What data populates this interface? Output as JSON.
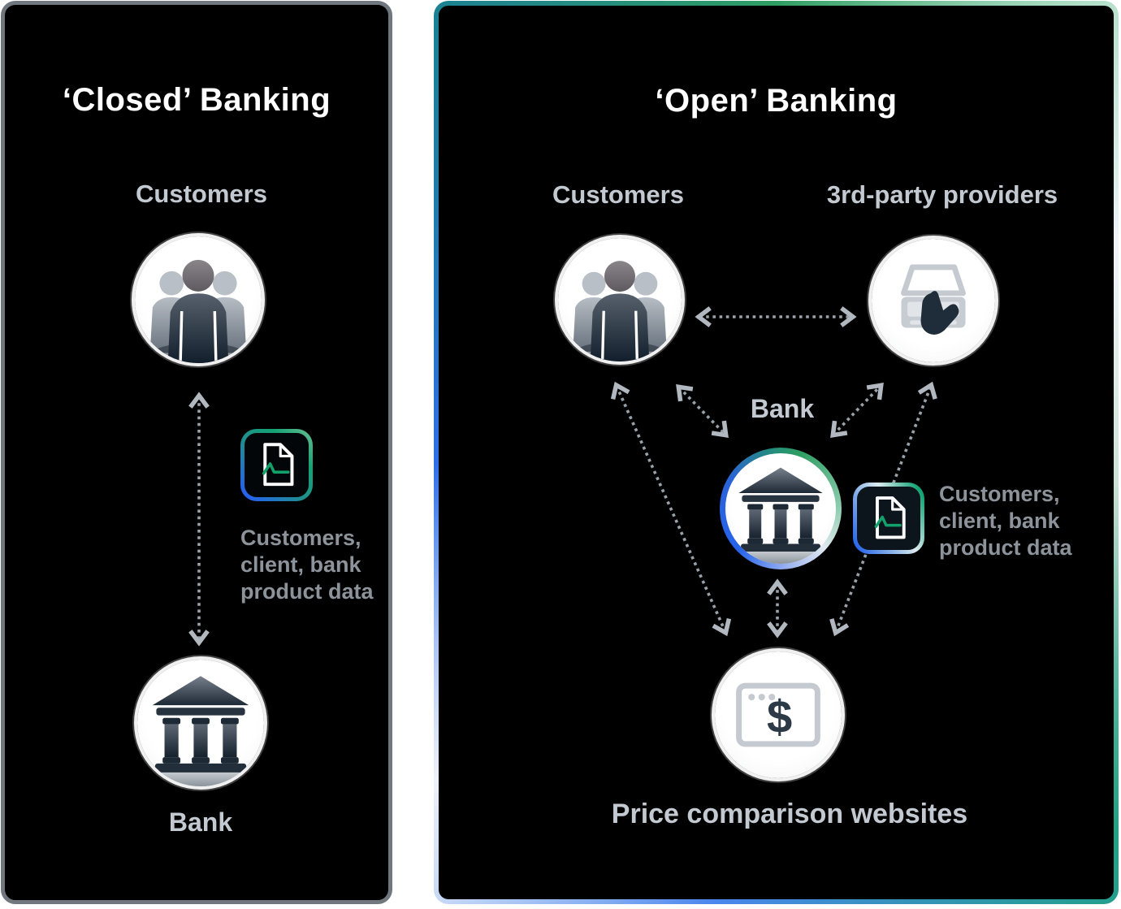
{
  "closed_panel": {
    "title": "‘Closed’ Banking",
    "customers_label": "Customers",
    "data_caption": "Customers,\nclient, bank\nproduct data",
    "bank_label": "Bank"
  },
  "open_panel": {
    "title": "‘Open’ Banking",
    "customers_label": "Customers",
    "third_party_label": "3rd-party providers",
    "bank_label": "Bank",
    "data_caption": "Customers,\nclient, bank\nproduct data",
    "price_label": "Price comparison websites"
  },
  "icons": {
    "customers": "people-icon",
    "bank": "bank-building-icon",
    "third_party": "laptop-touch-icon",
    "price": "browser-dollar-icon",
    "data": "document-chart-icon"
  },
  "colors": {
    "panel_background": "#000000",
    "closed_border_gray": "#70777e",
    "accent_blue": "#2563eb",
    "accent_green": "#14a374",
    "title_white": "#ffffff",
    "label_gray": "#c3c9d1",
    "caption_gray": "#8c939a",
    "arrow_gray": "#99a1a9"
  }
}
